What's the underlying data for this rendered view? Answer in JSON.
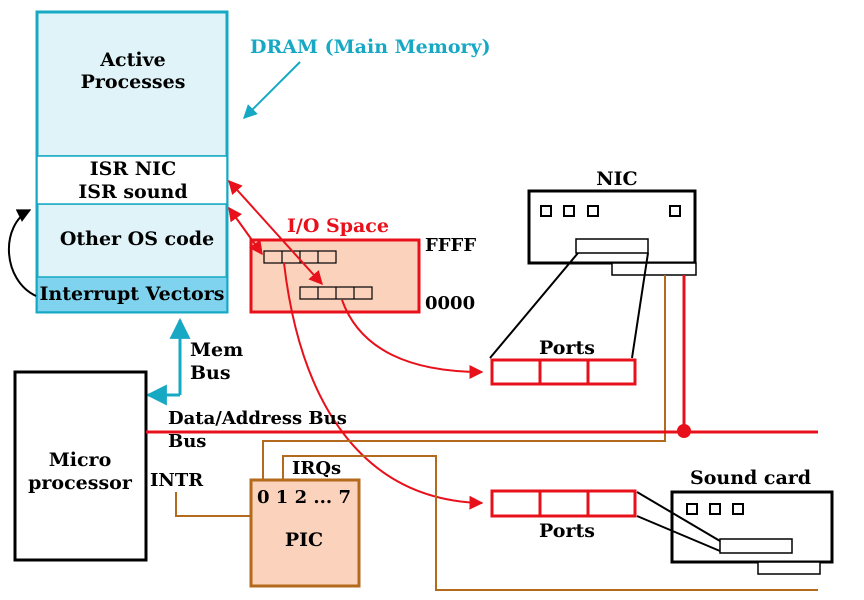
{
  "dram": {
    "title": "DRAM (Main Memory)",
    "active_line1": "Active",
    "active_line2": "Processes",
    "isr_nic": "ISR NIC",
    "isr_sound": "ISR sound",
    "os_code": "Other OS code",
    "interrupt_vectors": "Interrupt Vectors"
  },
  "mem_bus": {
    "line1": "Mem",
    "line2": "Bus"
  },
  "io_space": {
    "title": "I/O Space",
    "high": "FFFF",
    "low": "0000"
  },
  "nic": {
    "title": "NIC",
    "ports": "Ports"
  },
  "sound": {
    "title": "Sound card",
    "ports": "Ports"
  },
  "bus": {
    "line1": "Data/Address Bus",
    "line2": "Bus"
  },
  "cpu": {
    "line1": "Micro",
    "line2": "processor",
    "intr": "INTR"
  },
  "pic": {
    "irqs": "IRQs",
    "numbers": "0 1 2 ... 7",
    "label": "PIC"
  },
  "colors": {
    "cyan": "#17a9c4",
    "dram_fill": "#dff3f8",
    "iv_fill": "#7fd3ef",
    "red": "#e8101a",
    "io_fill": "#fbd3bd",
    "brown": "#b36a1c",
    "pic_fill": "#fbd3bd"
  }
}
